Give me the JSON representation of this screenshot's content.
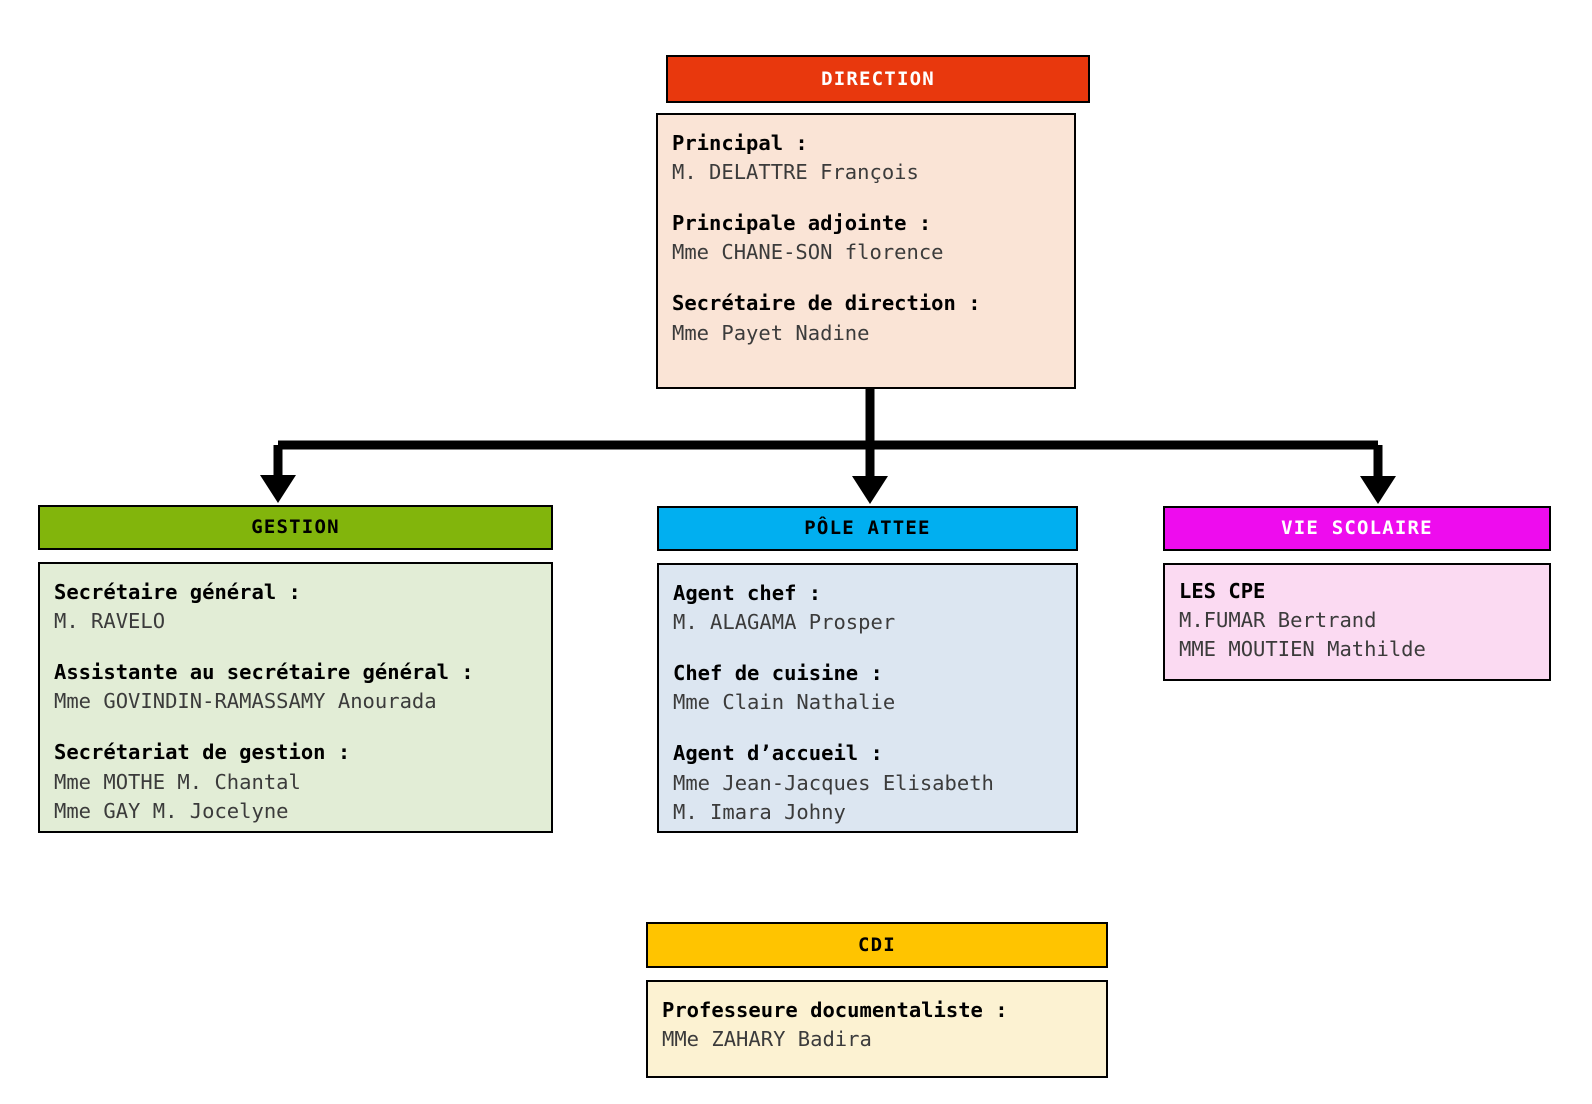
{
  "document": {
    "kind": "organigramme",
    "title": "Organigramme de direction"
  },
  "palette": {
    "direction_header_bg": "#E8380D",
    "direction_header_text": "#FFFFFF",
    "direction_body_bg": "#FAE4D6",
    "gestion_header_bg": "#82B50C",
    "gestion_header_text": "#000000",
    "gestion_body_bg": "#E2EDD6",
    "attee_header_bg": "#01AFF0",
    "attee_header_text": "#000000",
    "attee_body_bg": "#DCE6F1",
    "vie_scolaire_header_bg": "#EE0CEE",
    "vie_scolaire_header_text": "#FFFFFF",
    "vie_scolaire_body_bg": "#FBDAF2",
    "cdi_header_bg": "#FFC400",
    "cdi_header_text": "#000000",
    "cdi_body_bg": "#FCF2D2",
    "border": "#000000",
    "connector": "#000000"
  },
  "nodes": {
    "direction": {
      "header": "DIRECTION",
      "sections": [
        {
          "title": "Principal :",
          "lines": [
            "M. DELATTRE François"
          ]
        },
        {
          "title": "Principale adjointe :",
          "lines": [
            "Mme CHANE-SON florence"
          ]
        },
        {
          "title": "Secrétaire de direction :",
          "lines": [
            "Mme Payet Nadine"
          ]
        }
      ]
    },
    "gestion": {
      "header": "GESTION",
      "sections": [
        {
          "title": "Secrétaire général :",
          "lines": [
            "M. RAVELO"
          ]
        },
        {
          "title": "Assistante au secrétaire général :",
          "lines": [
            "Mme GOVINDIN-RAMASSAMY Anourada"
          ]
        },
        {
          "title": "Secrétariat de gestion :",
          "lines": [
            "Mme MOTHE M. Chantal",
            "Mme GAY M. Jocelyne"
          ]
        }
      ]
    },
    "pole_attee": {
      "header": "PÔLE ATTEE",
      "sections": [
        {
          "title": "Agent chef :",
          "lines": [
            "M. ALAGAMA Prosper"
          ]
        },
        {
          "title": "Chef de cuisine :",
          "lines": [
            "Mme Clain Nathalie"
          ]
        },
        {
          "title": "Agent d’accueil :",
          "lines": [
            "Mme Jean-Jacques Elisabeth",
            "M. Imara Johny"
          ]
        }
      ]
    },
    "vie_scolaire": {
      "header": "VIE SCOLAIRE",
      "sections": [
        {
          "title": "LES CPE",
          "lines": [
            "M.FUMAR Bertrand",
            "MME MOUTIEN Mathilde"
          ]
        }
      ]
    },
    "cdi": {
      "header": "CDI",
      "sections": [
        {
          "title": "Professeure documentaliste :",
          "lines": [
            "MMe ZAHARY Badira"
          ]
        }
      ]
    }
  },
  "connectors": {
    "from": "direction",
    "to": [
      "gestion",
      "pole_attee",
      "vie_scolaire"
    ],
    "style": "elbow-arrow"
  }
}
